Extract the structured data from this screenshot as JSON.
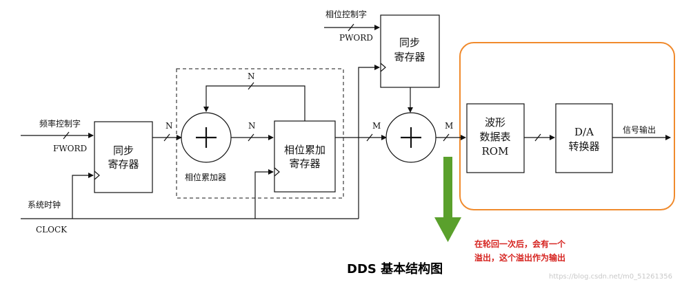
{
  "labels": {
    "phase_word_top": "相位控制字",
    "pword": "PWORD",
    "freq_word": "频率控制字",
    "fword": "FWORD",
    "sys_clock": "系统时钟",
    "clock": "CLOCK",
    "n_feedback": "N",
    "n_left": "N",
    "n_mid": "N",
    "m_left": "M",
    "m_right": "M",
    "accumulator": "相位累加器",
    "signal_out": "信号输出"
  },
  "blocks": {
    "sync_left": [
      "同步",
      "寄存器"
    ],
    "sync_top": [
      "同步",
      "寄存器"
    ],
    "phase_reg": [
      "相位累加",
      "寄存器"
    ],
    "rom": [
      "波形",
      "数据表",
      "ROM"
    ],
    "dac": [
      "D/A",
      "转换器"
    ]
  },
  "title": "DDS 基本结构图",
  "note": [
    "在轮回一次后，会有一个",
    "溢出，这个溢出作为输出"
  ],
  "watermark": "https://blog.csdn.net/m0_51261356",
  "colors": {
    "line": "#111111",
    "highlight_border": "#f08a2c",
    "arrow_green": "#5aa02c",
    "note_red": "#d62420"
  }
}
